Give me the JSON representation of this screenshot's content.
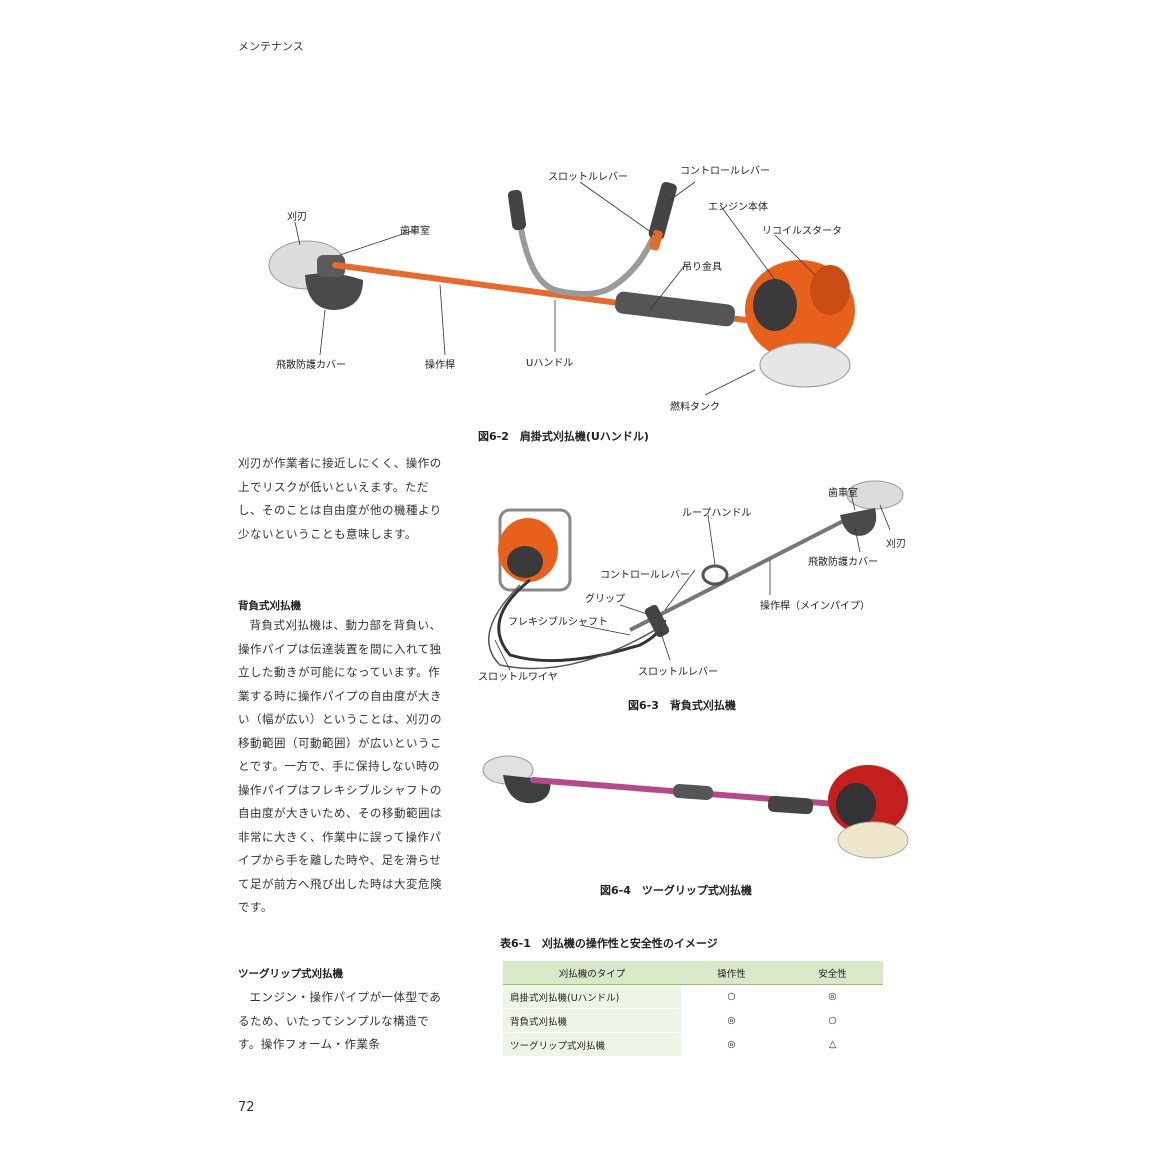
{
  "header": {
    "section": "メンテナンス"
  },
  "page_number": "72",
  "figure_6_2": {
    "caption": "図6-2　肩掛式刈払機(Uハンドル)",
    "labels": {
      "blade": "刈刃",
      "gear_case": "歯車室",
      "throttle_lever": "スロットルレバー",
      "control_lever": "コントロールレバー",
      "engine_body": "エンジン本体",
      "recoil_starter": "リコイルスタータ",
      "hanger": "吊り金具",
      "guard": "飛散防護カバー",
      "shaft": "操作桿",
      "u_handle": "Uハンドル",
      "fuel_tank": "燃料タンク"
    }
  },
  "body": {
    "para1": "刈刃が作業者に接近しにくく、操作の上でリスクが低いといえます。ただし、そのことは自由度が他の機種より少ないということも意味します。",
    "sec_backpack_title": "背負式刈払機",
    "para2": "背負式刈払機は、動力部を背負い、操作パイプは伝達装置を間に入れて独立した動きが可能になっています。作業する時に操作パイプの自由度が大きい（幅が広い）ということは、刈刃の移動範囲（可動範囲）が広いということです。一方で、手に保持しない時の操作パイプはフレキシブルシャフトの自由度が大きいため、その移動範囲は非常に大きく、作業中に誤って操作パイプから手を離した時や、足を滑らせて足が前方へ飛び出した時は大変危険です。",
    "sec_twogrip_title": "ツーグリップ式刈払機",
    "para3": "エンジン・操作パイプが一体型であるため、いたってシンプルな構造です。操作フォーム・作業条"
  },
  "figure_6_3": {
    "caption": "図6-3　背負式刈払機",
    "labels": {
      "gear_case": "歯車室",
      "blade": "刈刃",
      "loop_handle": "ループハンドル",
      "guard": "飛散防護カバー",
      "control_lever": "コントロールレバー",
      "shaft": "操作桿（メインパイプ）",
      "grip": "グリップ",
      "flex_shaft": "フレキシブルシャフト",
      "throttle_lever": "スロットルレバー",
      "throttle_wire": "スロットルワイヤ"
    }
  },
  "figure_6_4": {
    "caption": "図6-4　ツーグリップ式刈払機"
  },
  "table_6_1": {
    "title": "表6-1　刈払機の操作性と安全性のイメージ",
    "headers": [
      "刈払機のタイプ",
      "操作性",
      "安全性"
    ],
    "rows": [
      [
        "肩掛式刈払機(Uハンドル)",
        "○",
        "◎"
      ],
      [
        "背負式刈払機",
        "◎",
        "○"
      ],
      [
        "ツーグリップ式刈払機",
        "◎",
        "△"
      ]
    ]
  },
  "colors": {
    "engine_orange": "#e8611c",
    "shaft_orange": "#e46a2e",
    "shaft_pink": "#b54a8a",
    "table_header": "#d9e8c8"
  }
}
